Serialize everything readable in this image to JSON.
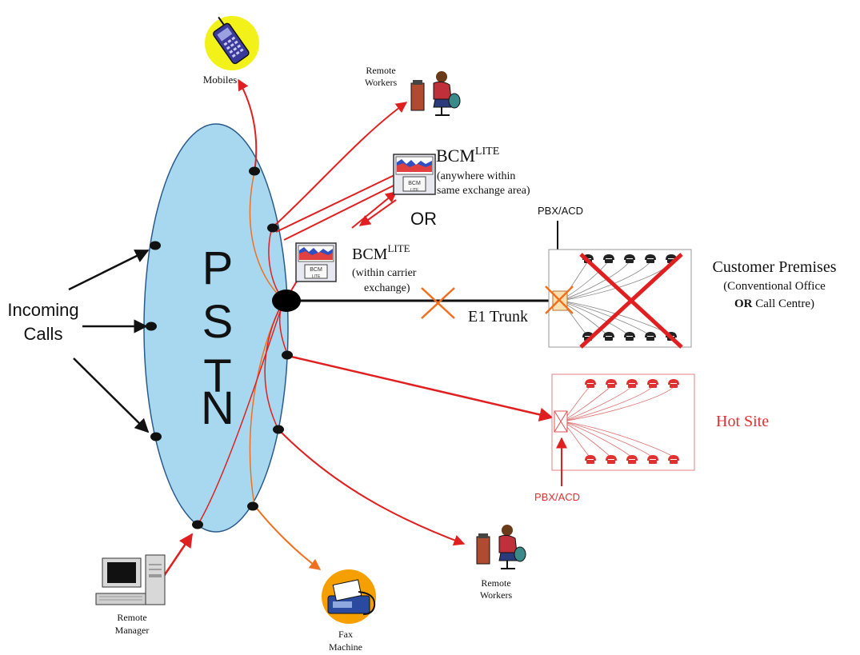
{
  "pstn": {
    "letters": [
      "P",
      "S",
      "T",
      "N"
    ]
  },
  "incoming": {
    "line1": "Incoming",
    "line2": "Calls"
  },
  "mobiles": {
    "label": "Mobiles"
  },
  "remote_workers_top": {
    "line1": "Remote",
    "line2": "Workers"
  },
  "remote_workers_bottom": {
    "line1": "Remote",
    "line2": "Workers"
  },
  "fax": {
    "line1": "Fax",
    "line2": "Machine"
  },
  "remote_manager": {
    "line1": "Remote",
    "line2": "Manager"
  },
  "bcm_top": {
    "name": "BCM",
    "superscript": "LITE",
    "note_line1": "(anywhere within",
    "note_line2": "same exchange area)"
  },
  "or_label": "OR",
  "bcm_carrier": {
    "name": "BCM",
    "superscript": "LITE",
    "note_line1": "(within carrier",
    "note_line2": "exchange)"
  },
  "bcm_box_text": {
    "top": "BCM",
    "bottom": "LITE"
  },
  "e1_trunk": "E1 Trunk",
  "pbx_top": "PBX/ACD",
  "pbx_bottom": "PBX/ACD",
  "customer_premises": {
    "title": "Customer Premises",
    "line2": "(Conventional Office",
    "line3_bold": "OR",
    "line3_rest": " Call Centre)"
  },
  "hot_site": "Hot Site",
  "colors": {
    "pstn_fill": "#a8d8f0",
    "red_line": "#e02020",
    "orange_line": "#f07020",
    "hot_site_red": "#e03030",
    "black": "#111111"
  }
}
